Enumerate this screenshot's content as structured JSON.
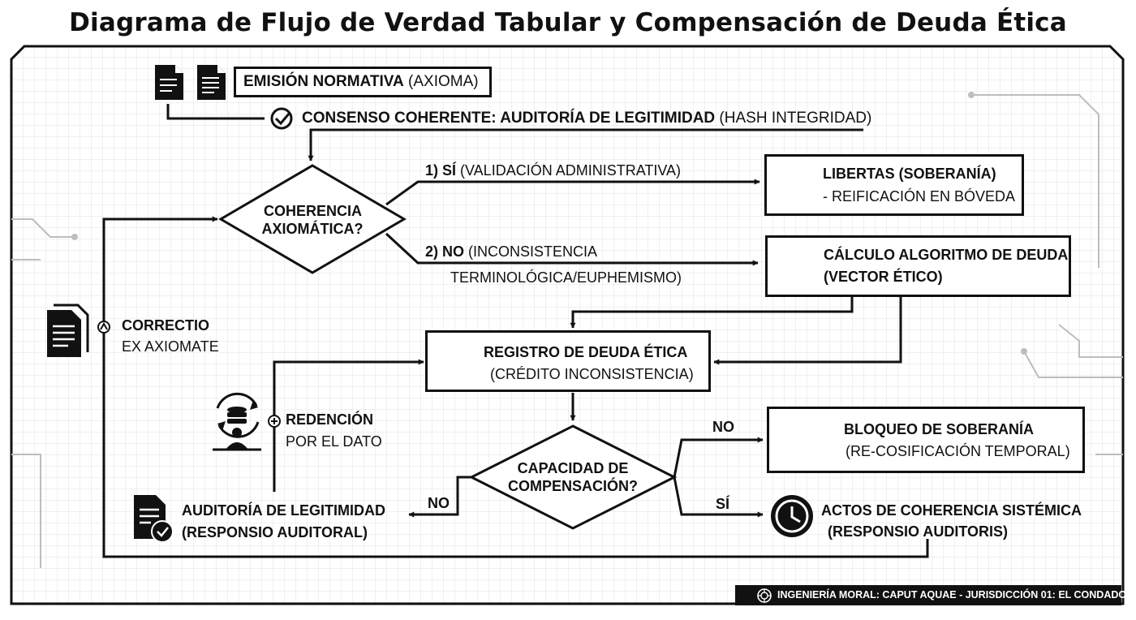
{
  "title": "Diagrama de Flujo de Verdad Tabular y Compensación de Deuda Ética",
  "emision": {
    "bold": "EMISIÓN NORMATIVA",
    "rest": " (AXIOMA)"
  },
  "consenso": {
    "bold": "CONSENSO COHERENTE: AUDITORÍA DE LEGITIMIDAD",
    "rest": " (HASH INTEGRIDAD)"
  },
  "decision1": {
    "line1": "COHERENCIA",
    "line2": "AXIOMÁTICA?"
  },
  "branch_si": {
    "bold": "1) SÍ",
    "rest": " (VALIDACIÓN ADMINISTRATIVA)"
  },
  "branch_no": {
    "bold": "2) NO",
    "rest1": " (INCONSISTENCIA",
    "line2": "TERMINOLÓGICA/EUPHEMISMO)"
  },
  "libertas": {
    "line1": "LIBERTAS (SOBERANÍA)",
    "line2": "- REIFICACIÓN EN BÓVEDA"
  },
  "calculo": {
    "line1": "CÁLCULO ALGORITMO DE DEUDA",
    "line2": "(VECTOR ÉTICO)"
  },
  "correctio": {
    "line1": "CORRECTIO",
    "line2": "EX AXIOMATE"
  },
  "registro": {
    "line1": "REGISTRO DE DEUDA ÉTICA",
    "line2": "(CRÉDITO INCONSISTENCIA)"
  },
  "redencion": {
    "line1": "REDENCIÓN",
    "line2": "POR EL DATO"
  },
  "decision2": {
    "line1": "CAPACIDAD DE",
    "line2": "COMPENSACIÓN?"
  },
  "label_no_right": "NO",
  "label_si_right": "SÍ",
  "label_no_left": "NO",
  "bloqueo": {
    "line1": "BLOQUEO DE SOBERANÍA",
    "line2": "(RE-COSIFICACIÓN TEMPORAL)"
  },
  "actos": {
    "line1": "ACTOS DE COHERENCIA SISTÉMICA",
    "line2": "(RESPONSIO AUDITORIS)"
  },
  "auditoria": {
    "line1": "AUDITORÍA DE LEGITIMIDAD",
    "line2": "(RESPONSIO AUDITORAL)"
  },
  "footer": "INGENIERÍA MORAL: CAPUT AQUAE - JURISDICCIÓN 01: EL CONDADO",
  "icons": [
    "document-icon",
    "check-circle-icon",
    "database-icon",
    "clock-icon",
    "users-clock-icon",
    "refresh-user-icon",
    "document-check-icon",
    "seal-icon"
  ]
}
